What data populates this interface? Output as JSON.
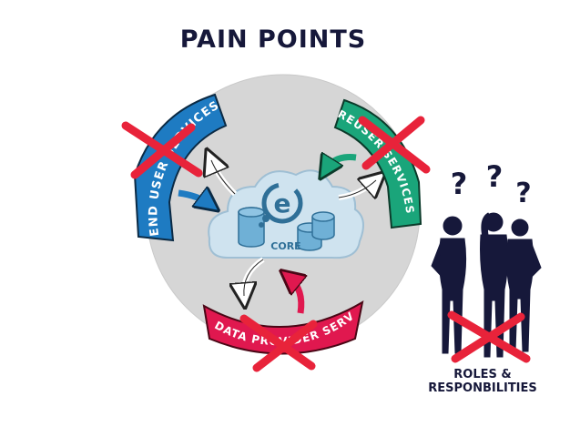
{
  "diagram": {
    "title": "PAIN POINTS",
    "core_label": "CORE",
    "core_logo_letter": "e",
    "segments": {
      "end_user": "END USER SERVICES",
      "reuser": "REUSER SERVICES",
      "data": "DATA PROVIDER SERVICES"
    },
    "question_mark": "?",
    "roles_caption": [
      "ROLES &",
      "RESPONBILITIES"
    ]
  },
  "colors": {
    "background_circle": "#d6d6d6",
    "cloud": "#cfe3ef",
    "cylinder": "#6fb0d6",
    "end_user_band": "#1e7bc2",
    "reuser_band": "#1aa57a",
    "data_band": "#e0184f",
    "cross": "#e8233a",
    "people": "#16183a"
  },
  "icons": [
    "cross-mark-icon",
    "question-mark-icon",
    "person-icon",
    "cloud-icon",
    "database-icon",
    "arrow-icon"
  ]
}
